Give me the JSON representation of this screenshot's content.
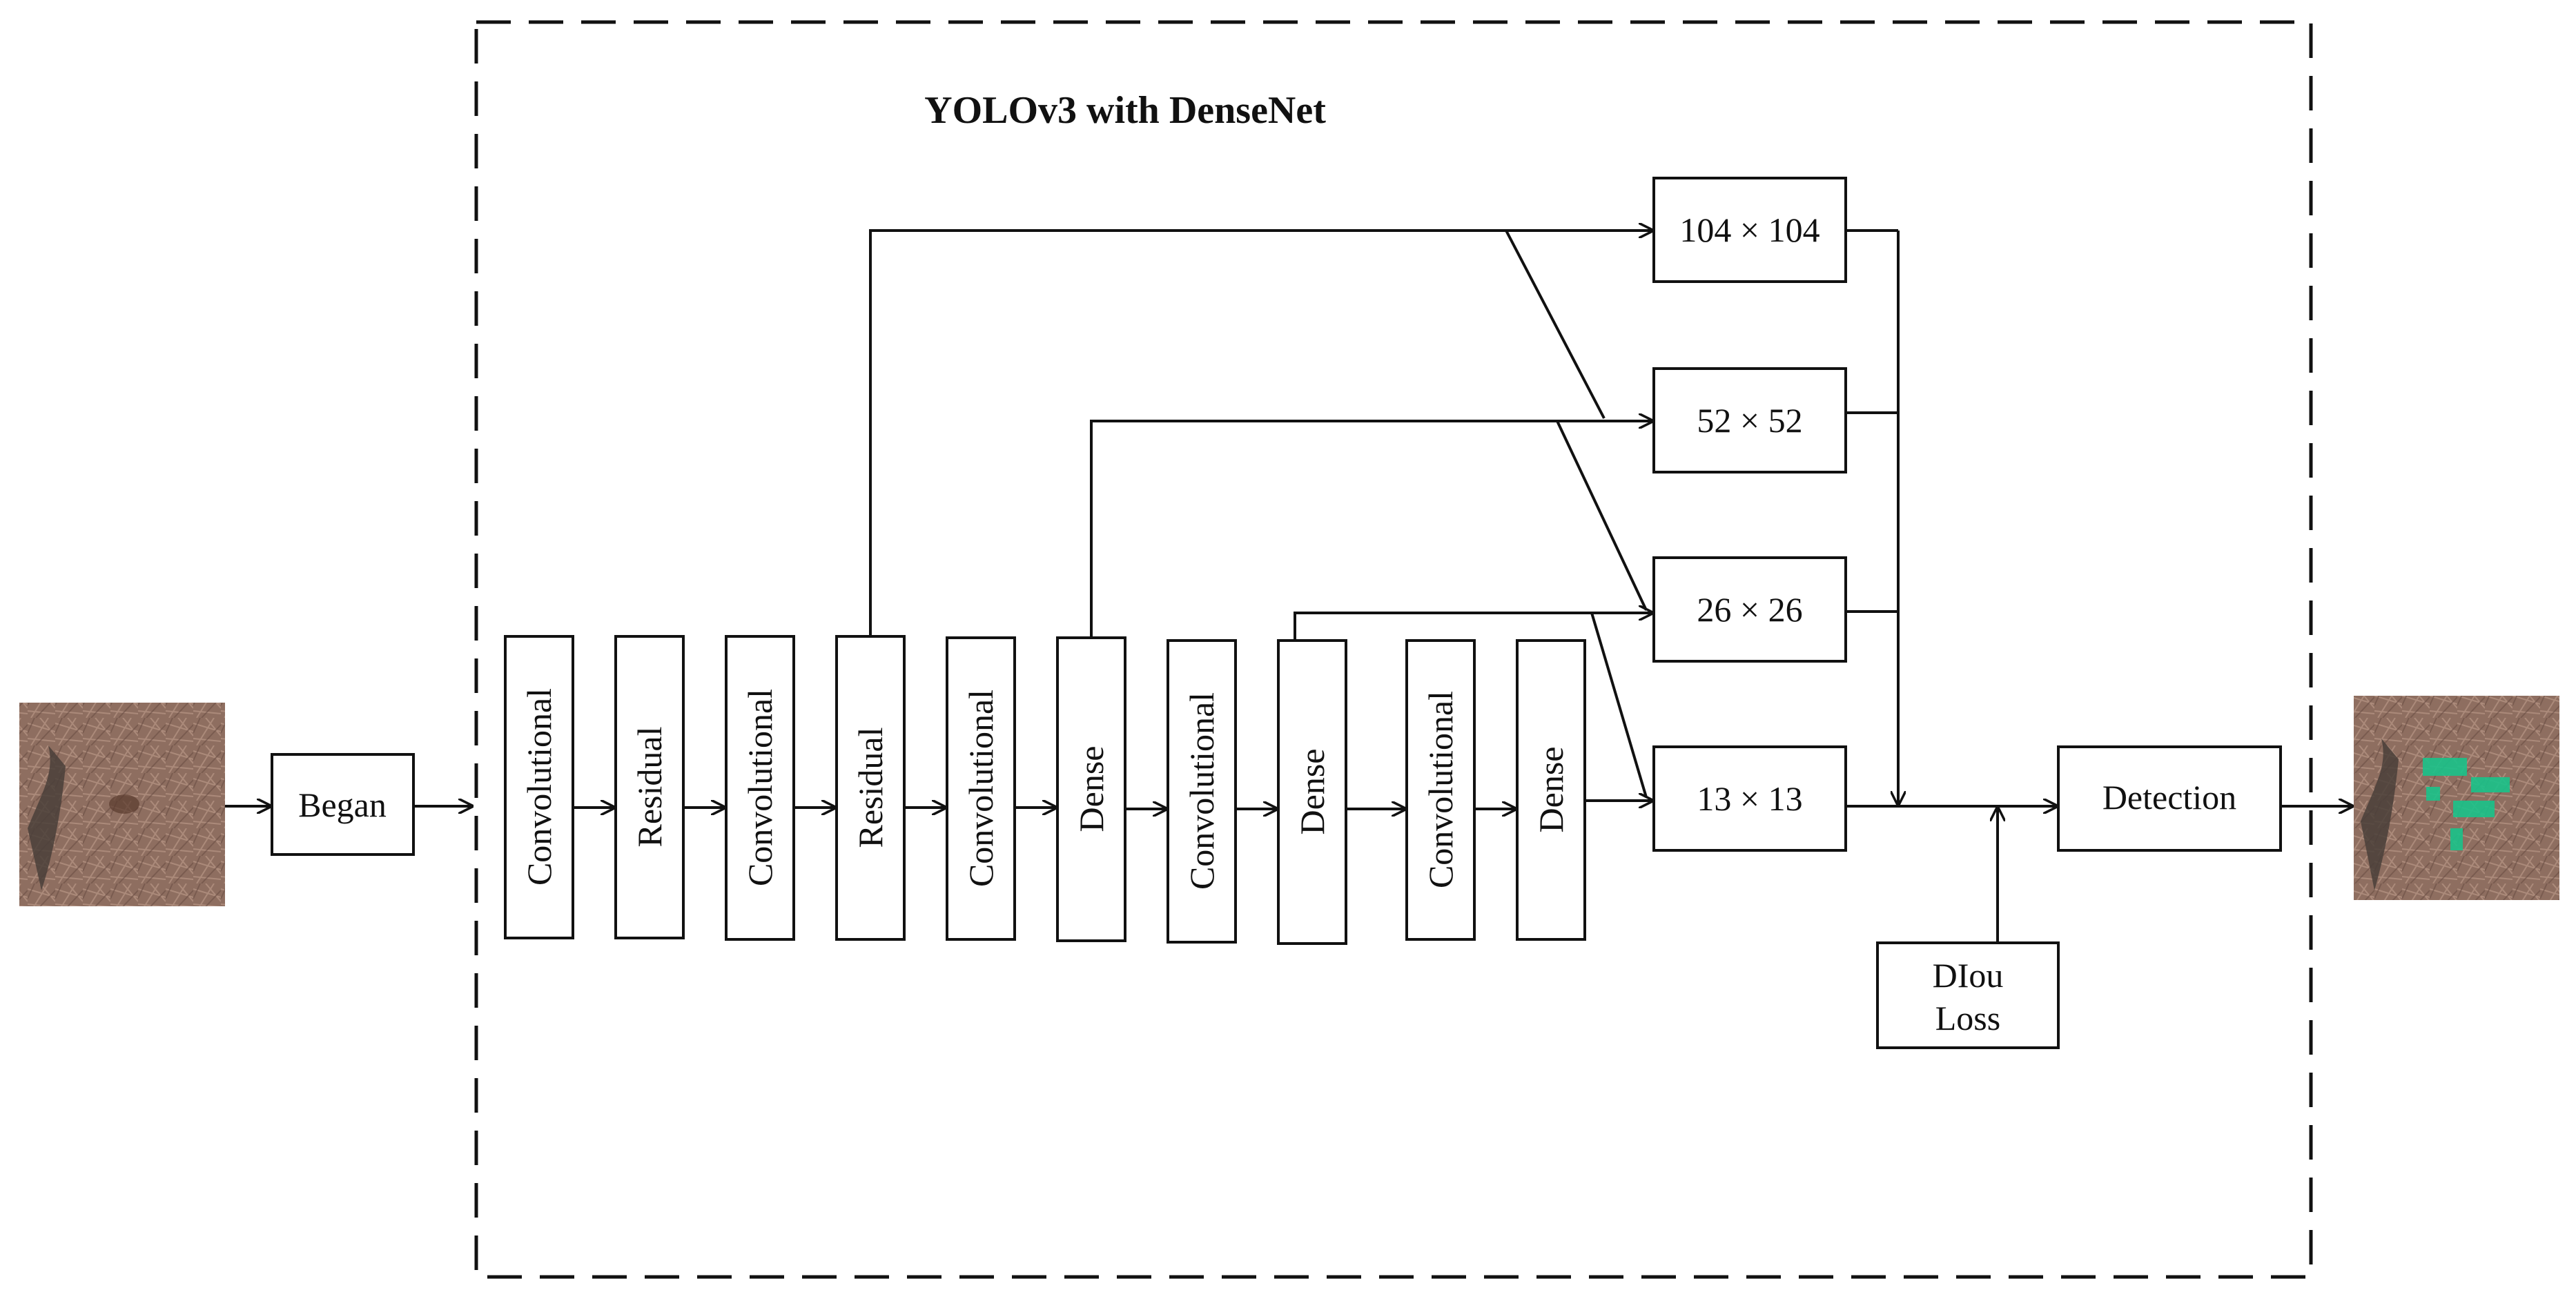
{
  "title": "YOLOv3 with DenseNet",
  "input_block": "Began",
  "backbone": [
    "Convolutional",
    "Residual",
    "Convolutional",
    "Residual",
    "Convolutional",
    "Dense",
    "Convolutional",
    "Dense",
    "Convolutional",
    "Dense"
  ],
  "scales": [
    "104 × 104",
    "52 × 52",
    "26 × 26",
    "13 × 13"
  ],
  "loss_block": [
    "DIou",
    "Loss"
  ],
  "output_block": "Detection",
  "colors": {
    "line": "#111111",
    "input_image": "#8a6a5c",
    "detection_box": "#19c28a"
  },
  "icons": {
    "input_image": "input-forest-image",
    "output_image": "output-detection-image"
  }
}
